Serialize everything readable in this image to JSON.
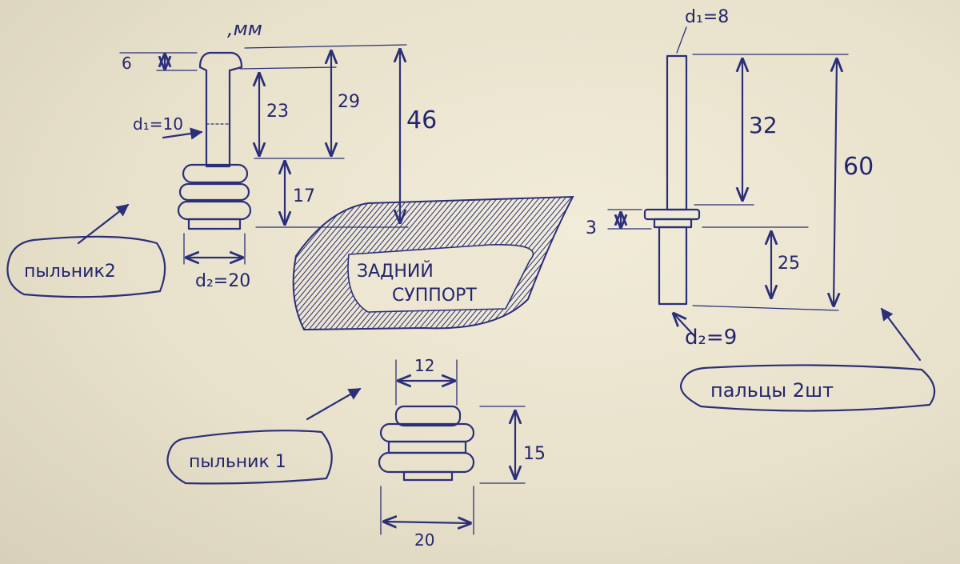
{
  "units": ",мм",
  "dust_boot_2": {
    "tag": "пыльник2",
    "d1": "d₁=10",
    "d2": "d₂=20",
    "dim_6": "6",
    "dim_23": "23",
    "dim_29": "29",
    "dim_46": "46",
    "dim_17": "17"
  },
  "support": {
    "line1": "ЗАДНИЙ",
    "line2": "СУППОРТ"
  },
  "dust_boot_1": {
    "tag": "пыльник 1",
    "dim_12": "12",
    "dim_15": "15",
    "dim_20": "20"
  },
  "pins": {
    "tag": "пальцы 2шт",
    "d1": "d₁=8",
    "d2": "d₂=9",
    "dim_32": "32",
    "dim_60": "60",
    "dim_3": "3",
    "dim_25": "25"
  },
  "colors": {
    "ink": "#2b2f7a",
    "paper": "#ece6d2"
  }
}
